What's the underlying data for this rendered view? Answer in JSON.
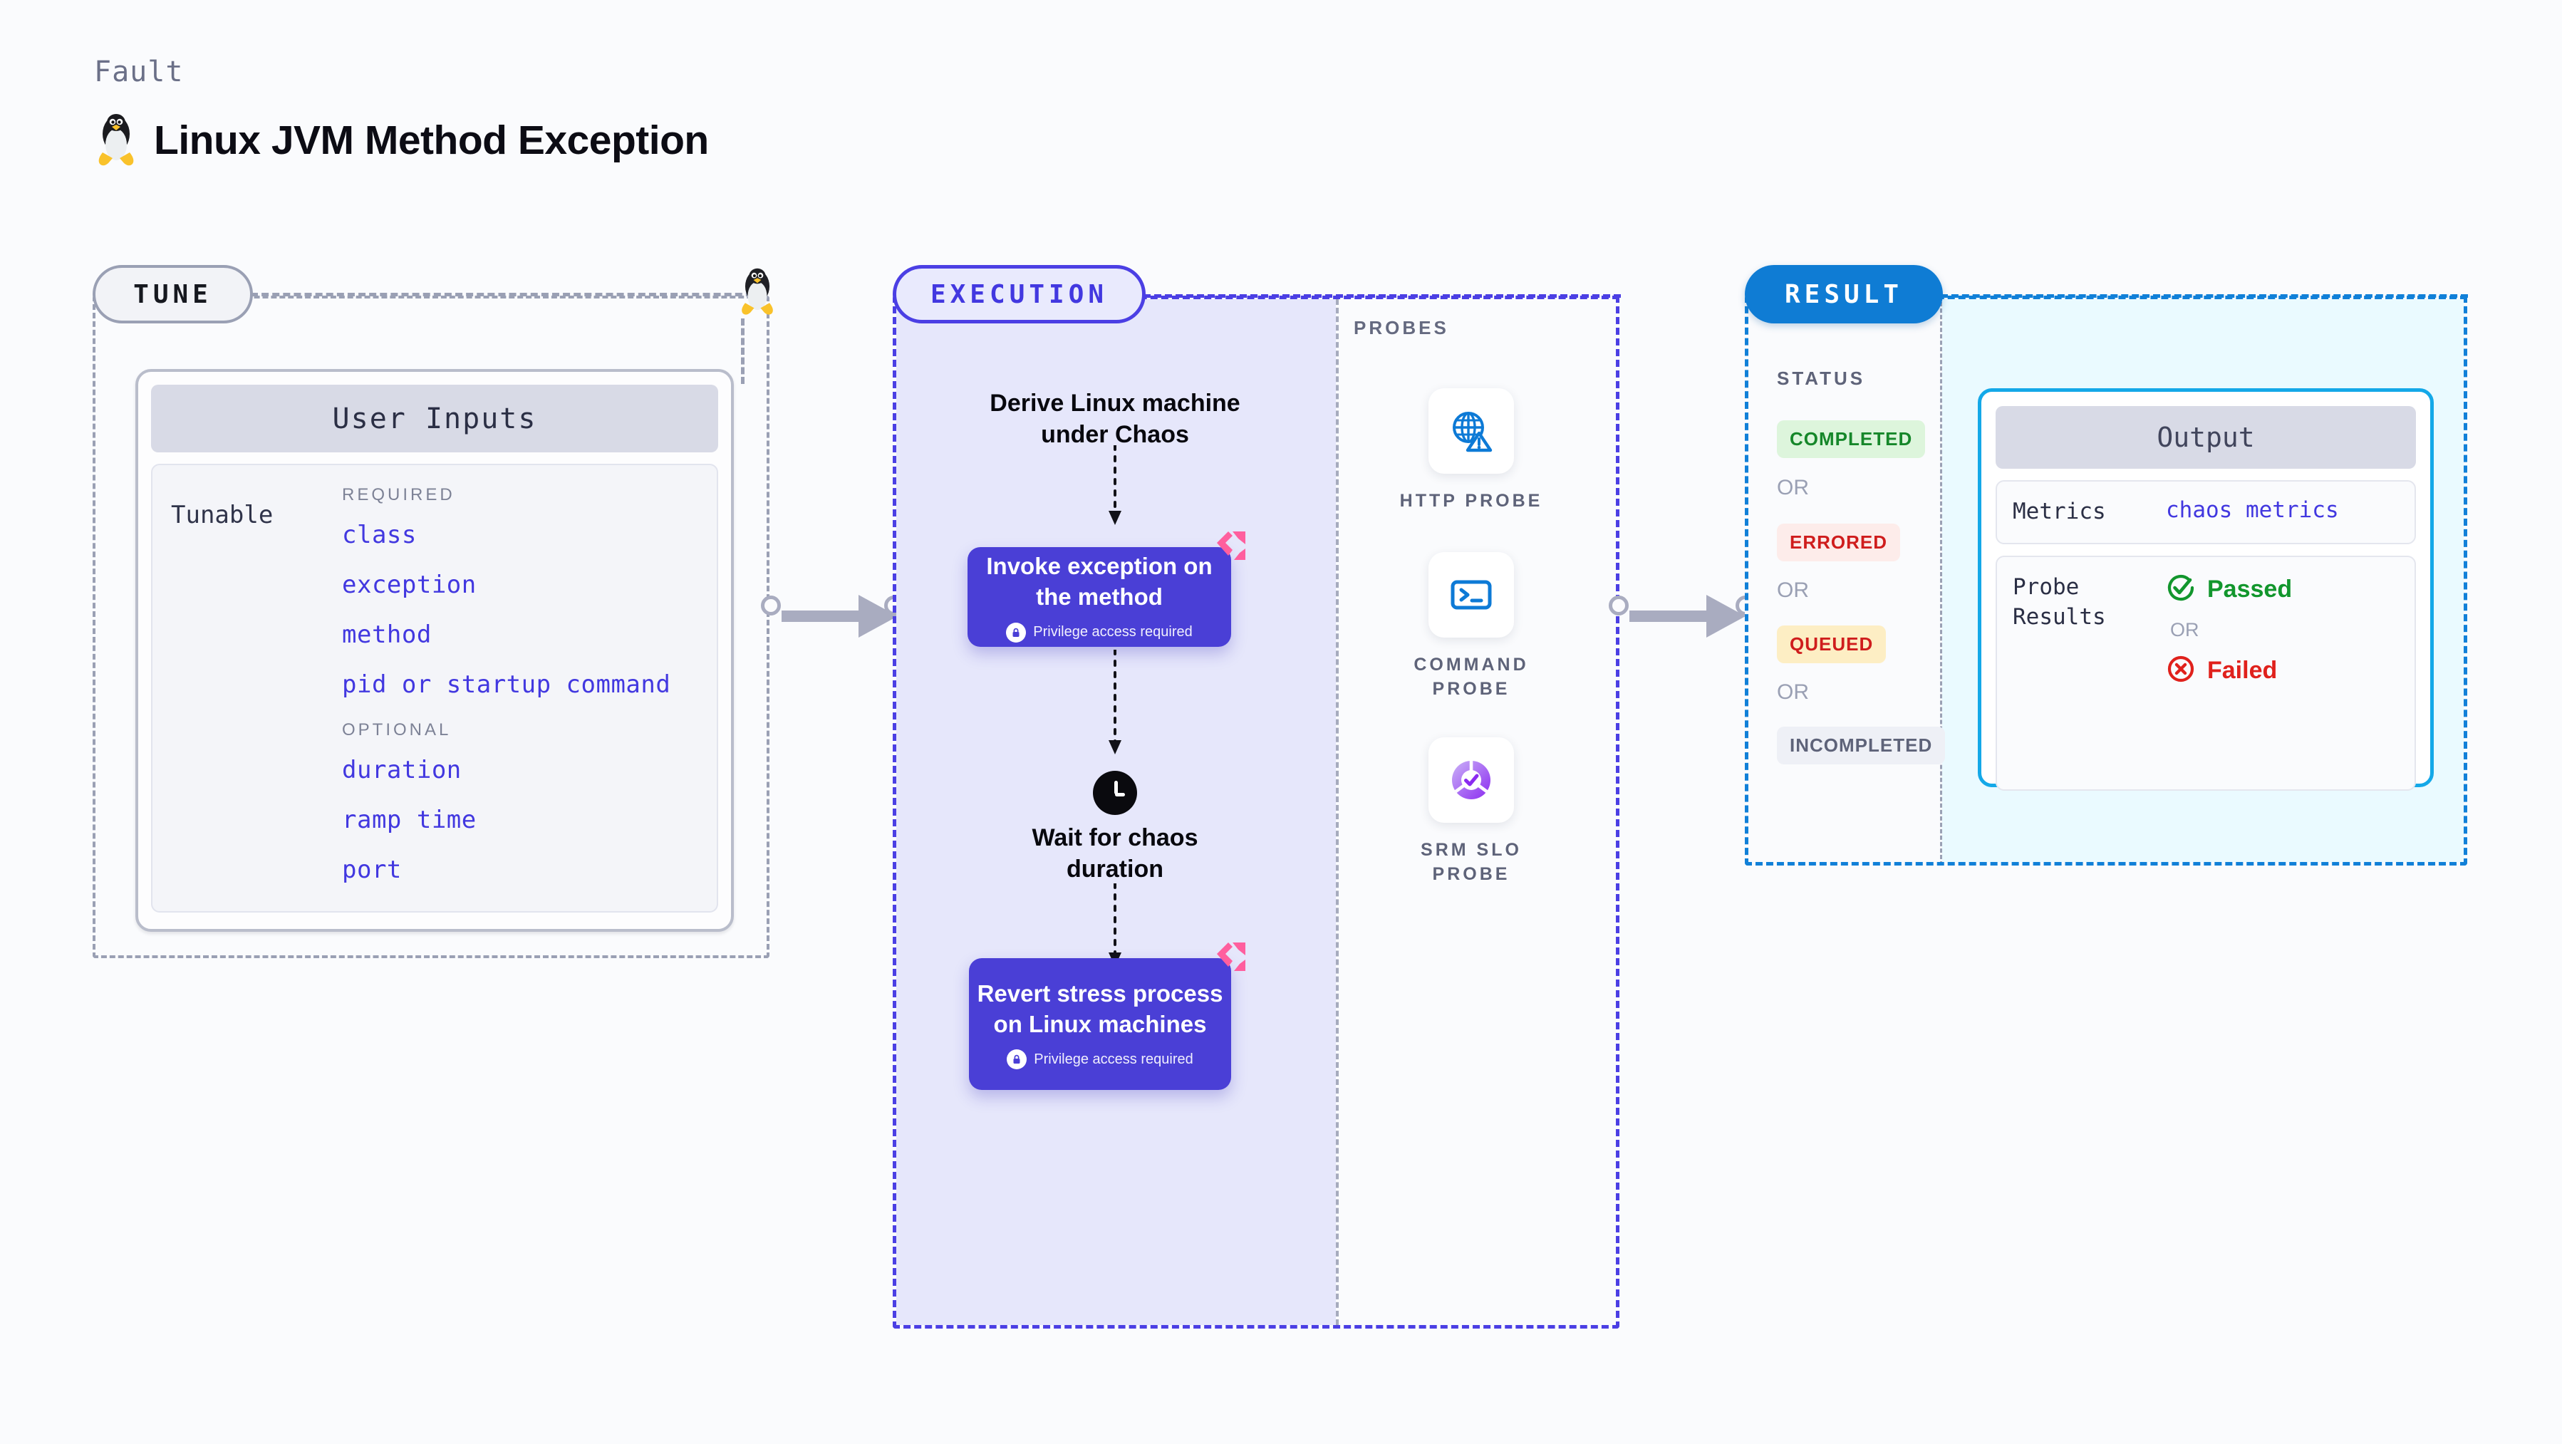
{
  "header": {
    "kicker": "Fault",
    "title": "Linux JVM Method Exception",
    "icon": "linux-tux-icon"
  },
  "tune": {
    "pill_label": "TUNE",
    "card_title": "User Inputs",
    "tunable_label": "Tunable",
    "groups": [
      {
        "heading": "REQUIRED",
        "items": [
          "class",
          "exception",
          "method",
          "pid or startup command"
        ]
      },
      {
        "heading": "OPTIONAL",
        "items": [
          "duration",
          "ramp time",
          "port"
        ]
      }
    ]
  },
  "execution": {
    "pill_label": "EXECUTION",
    "steps": [
      {
        "kind": "text",
        "label": "Derive Linux machine under Chaos"
      },
      {
        "kind": "box",
        "label": "Invoke exception on the method",
        "note": "Privilege access required"
      },
      {
        "kind": "clock",
        "label": "Wait for chaos duration"
      },
      {
        "kind": "box",
        "label": "Revert stress process on Linux machines",
        "note": "Privilege access required"
      }
    ]
  },
  "probes": {
    "label": "PROBES",
    "items": [
      {
        "name": "HTTP PROBE",
        "icon": "globe-warning-icon"
      },
      {
        "name": "COMMAND PROBE",
        "icon": "terminal-icon"
      },
      {
        "name": "SRM SLO PROBE",
        "icon": "slo-check-icon"
      }
    ]
  },
  "result": {
    "pill_label": "RESULT",
    "status_label": "STATUS",
    "or_label": "OR",
    "statuses": [
      {
        "label": "COMPLETED",
        "bg": "#ddf5dc",
        "fg": "#16872a"
      },
      {
        "label": "ERRORED",
        "bg": "#fdecea",
        "fg": "#cf1d1d"
      },
      {
        "label": "QUEUED",
        "bg": "#fdeec4",
        "fg": "#cf1d1d"
      },
      {
        "label": "INCOMPLETED",
        "bg": "#eef0f6",
        "fg": "#5e6379"
      }
    ],
    "output": {
      "title": "Output",
      "metrics_key": "Metrics",
      "metrics_value": "chaos metrics",
      "probe_key": "Probe Results",
      "passed_label": "Passed",
      "or_label": "OR",
      "failed_label": "Failed"
    }
  },
  "colors": {
    "accent_purple": "#4238e0",
    "execution_fill": "#e6e7fb",
    "result_blue": "#0f7cd4",
    "result_fill": "#eafaff",
    "litmus_pink": "#ff5f9e",
    "pass_green": "#12962d",
    "fail_red": "#e0211c"
  }
}
